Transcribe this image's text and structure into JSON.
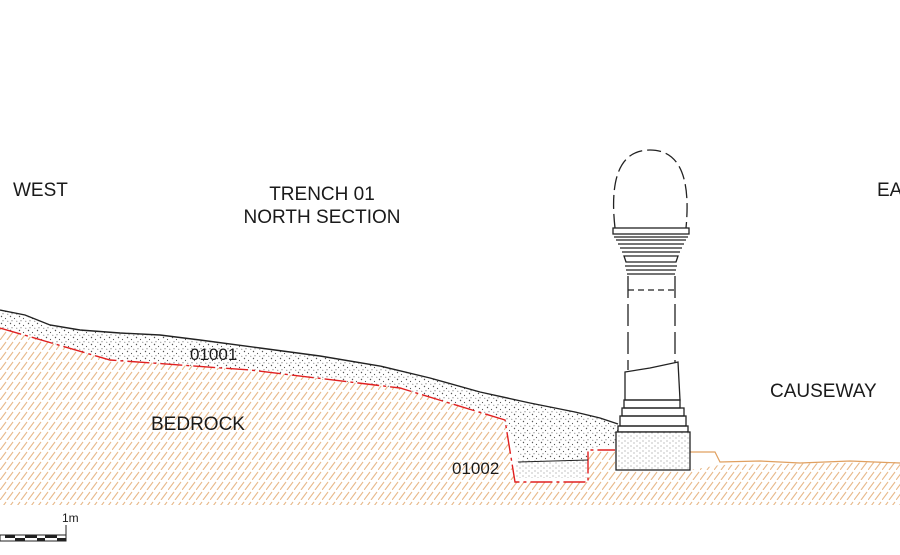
{
  "title": {
    "line1": "TRENCH 01",
    "line2": "NORTH SECTION"
  },
  "orientation": {
    "west": "WEST",
    "east": "EA"
  },
  "layers": {
    "bedrock": "BEDROCK",
    "causeway": "CAUSEWAY",
    "context_01001": "01001",
    "context_01002": "01002"
  },
  "scale_bar": {
    "label": "1m"
  },
  "colors": {
    "bedrock_hatch": "#e8b98a",
    "context_boundary": "#e02020",
    "ground_line": "#e0a060",
    "outline": "#222222",
    "stipple": "#555555"
  }
}
